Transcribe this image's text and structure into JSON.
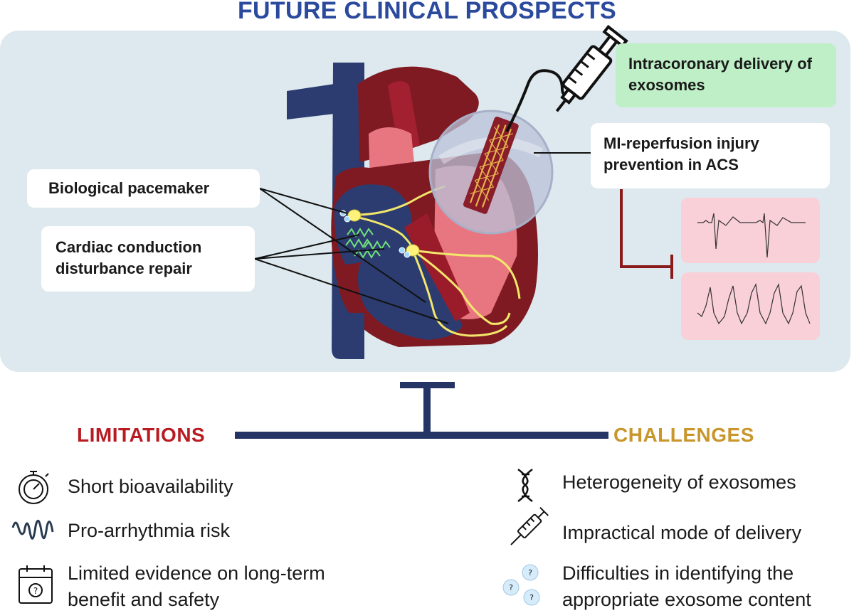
{
  "title": "FUTURE CLINICAL PROSPECTS",
  "labels": {
    "delivery": "Intracoronary delivery of exosomes",
    "mi": "MI-reperfusion injury prevention in ACS",
    "pacemaker": "Biological pacemaker",
    "conduction": "Cardiac conduction disturbance repair"
  },
  "limitations": {
    "heading": "LIMITATIONS",
    "items": [
      "Short bioavailability",
      "Pro-arrhythmia risk",
      "Limited evidence on long-term benefit and safety"
    ]
  },
  "challenges": {
    "heading": "CHALLENGES",
    "items": [
      "Heterogeneity of exosomes",
      "Impractical mode of delivery",
      "Difficulties in identifying the appropriate exosome content"
    ]
  },
  "icons": [
    "stopwatch-icon",
    "wave-icon",
    "calendar-question-icon",
    "dna-icon",
    "syringe-icon",
    "question-bubbles-icon"
  ],
  "colors": {
    "title": "#2b4a9e",
    "limitations": "#b81c22",
    "challenges": "#c8962b",
    "bar": "#243464",
    "panel": "#dde9ee",
    "green_box": "#bfefc6",
    "ecg_box": "#f9cfd8",
    "inhibit_line": "#8a1a1a"
  }
}
